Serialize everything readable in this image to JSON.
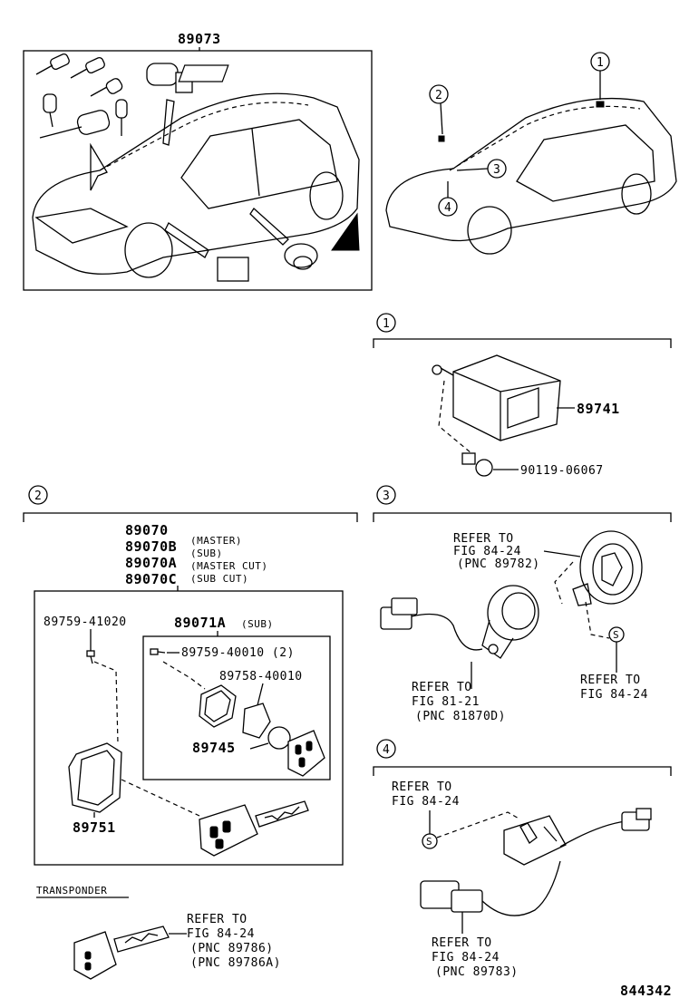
{
  "top_kit_part": "89073",
  "callouts": {
    "c1": "1",
    "c2": "2",
    "c3": "3",
    "c4": "4"
  },
  "section1": {
    "number": "1",
    "part_ecu": "89741",
    "part_bolt": "90119-06067"
  },
  "section2": {
    "number": "2",
    "part_lines": [
      {
        "code": "89070",
        "note": "(MASTER)"
      },
      {
        "code": "89070B",
        "note": "(SUB)"
      },
      {
        "code": "89070A",
        "note": "(MASTER CUT)"
      },
      {
        "code": "89070C",
        "note": "(SUB CUT)"
      }
    ],
    "screw_outer": "89759-41020",
    "sub_group": "89071A",
    "sub_group_note": "(SUB)",
    "screw_inner": "89759-40010 (2)",
    "case": "89758-40010",
    "battery": "89745",
    "cover": "89751",
    "transponder_label": "TRANSPONDER",
    "transponder_ref": [
      "REFER TO",
      "FIG 84-24",
      "(PNC 89786)",
      "(PNC 89786A)"
    ]
  },
  "section3": {
    "number": "3",
    "ref_top": [
      "REFER TO",
      "FIG 84-24",
      "(PNC 89782)"
    ],
    "ref_bottom": [
      "REFER TO",
      "FIG 81-21",
      "(PNC 81870D)"
    ],
    "ref_right": [
      "REFER TO",
      "FIG 84-24"
    ],
    "s_mark": "S"
  },
  "section4": {
    "number": "4",
    "ref_top": [
      "REFER TO",
      "FIG 84-24"
    ],
    "ref_bottom": [
      "REFER TO",
      "FIG 84-24",
      "(PNC 89783)"
    ],
    "s_mark": "S"
  },
  "figure_number": "844342"
}
